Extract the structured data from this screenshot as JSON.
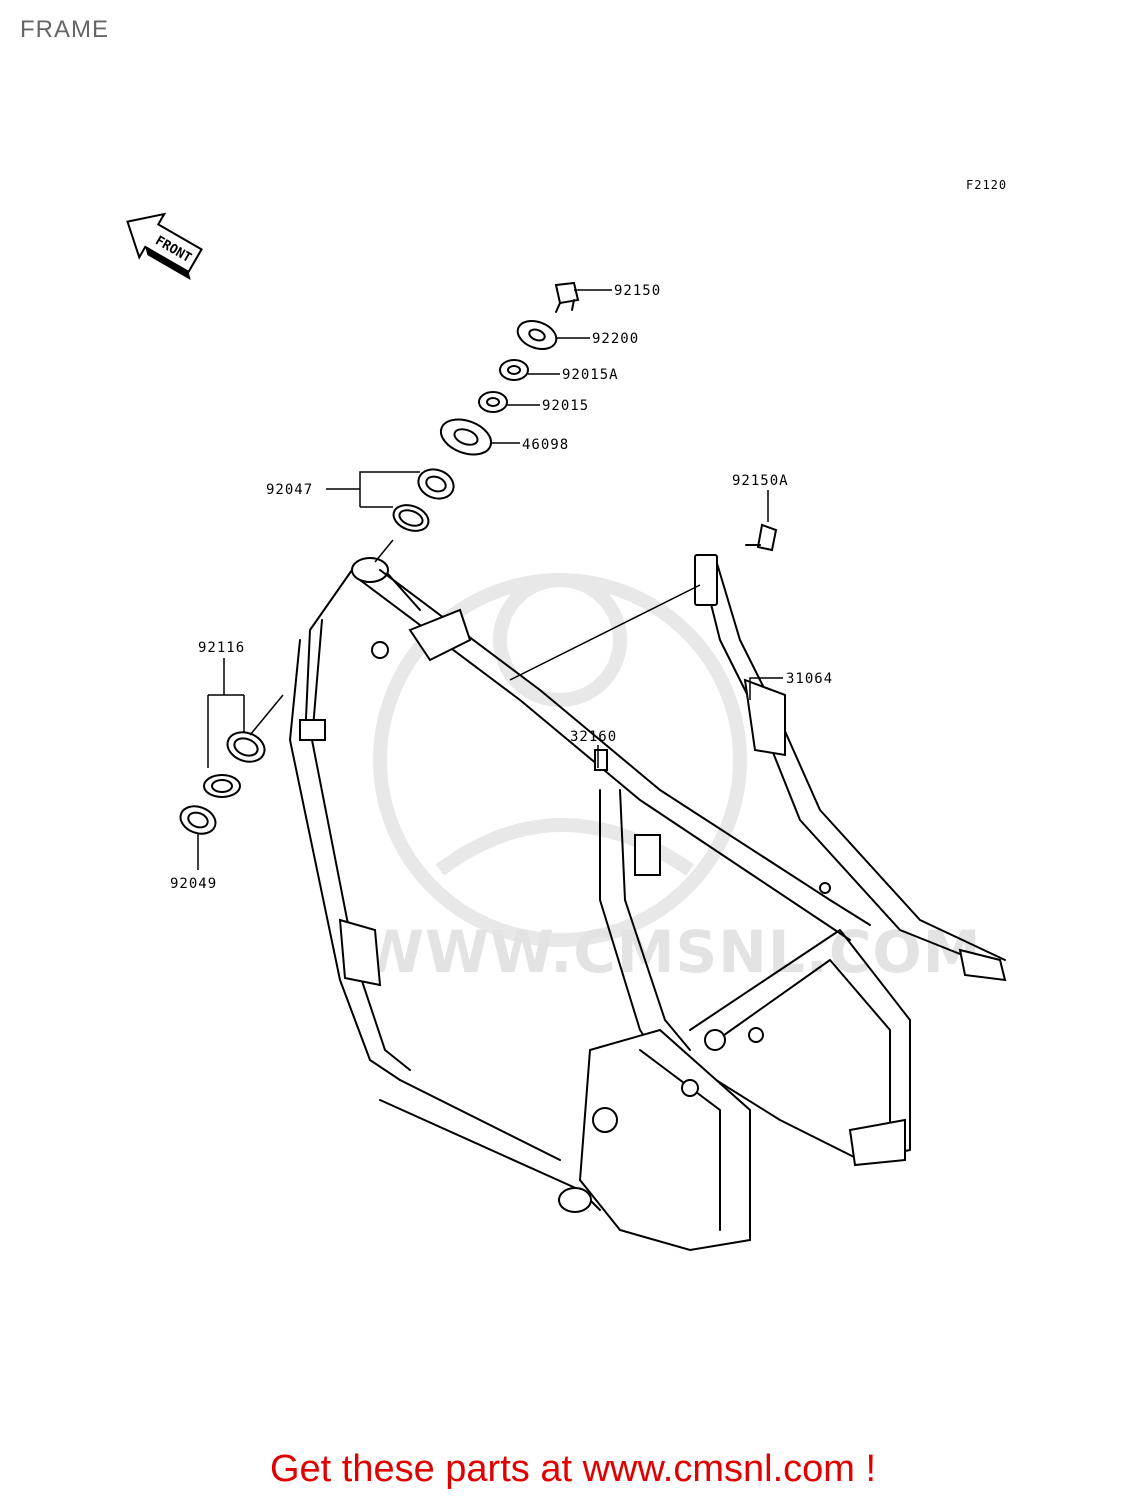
{
  "header": {
    "title": "FRAME"
  },
  "diagram": {
    "code": "F2120",
    "front_marker": "FRONT",
    "watermark": "WWW.CMSNL.COM",
    "labels": {
      "p92150": "92150",
      "p92200": "92200",
      "p92015a": "92015A",
      "p92015": "92015",
      "p46098": "46098",
      "p92047": "92047",
      "p92150a": "92150A",
      "p92116": "92116",
      "p31064": "31064",
      "p32160": "32160",
      "p92049": "92049"
    }
  },
  "footer": {
    "text": "Get these parts at www.cmsnl.com !",
    "color": "#e00000"
  }
}
